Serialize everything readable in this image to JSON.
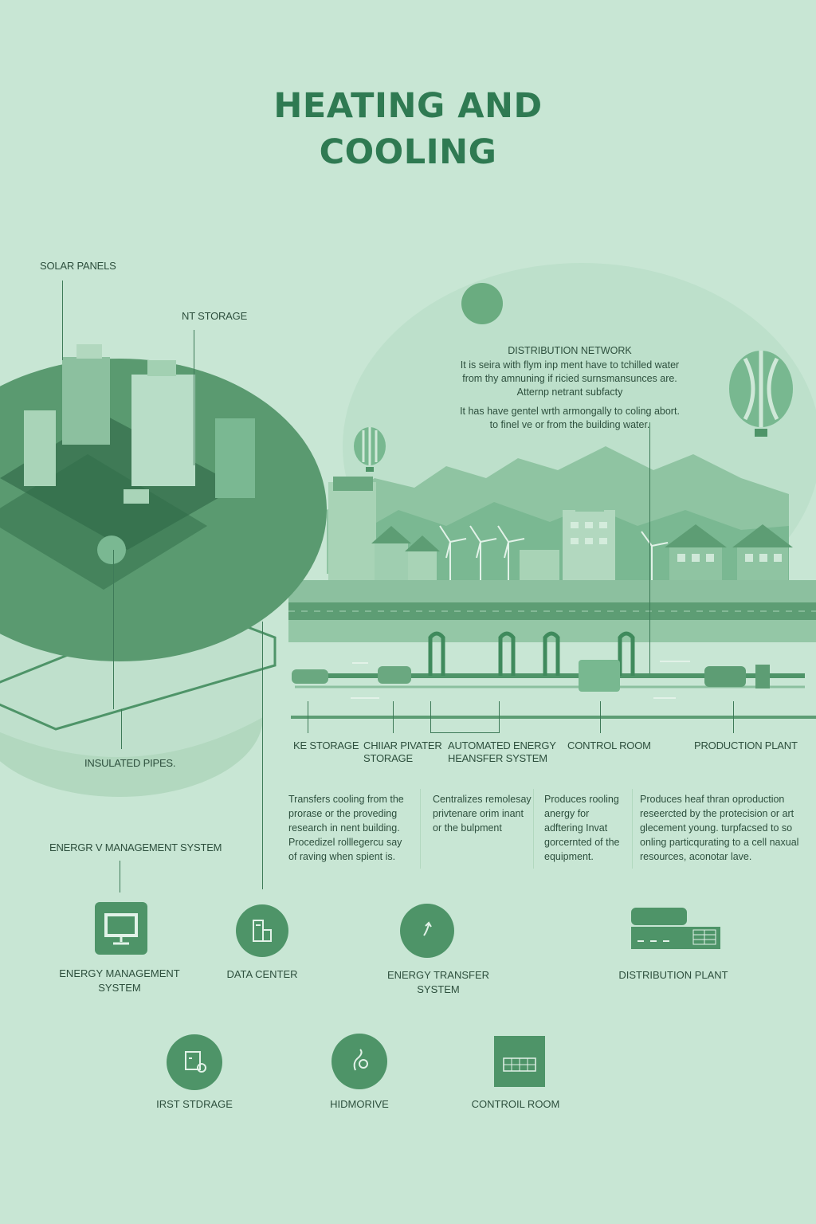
{
  "title": {
    "line1": "HEATING AND",
    "line2": "COOLING"
  },
  "top_labels": {
    "solar_panels": "SOLAR PANELS",
    "nt_storage": "NT STORAGE",
    "insulated_pipes": "INSULATED PIPES.",
    "energy_mgmt_system": "ENERGR V  MANAGEMENT SYSTEM"
  },
  "distribution_network": {
    "heading": "DISTRIBUTION NETWORK",
    "lines": [
      "It is seira with flym inp ment have to tchilled water",
      "from thy amnuning if ricied surnsmansunces are.",
      "Atternp netrant subfacty"
    ],
    "lines2": [
      "It has have gentel wrth armongally to coling abort.",
      "to finel ve or from the building water."
    ]
  },
  "pipeline_labels": [
    {
      "text": "KE STORAGE"
    },
    {
      "text": "CHIIAR PIVATER\nSTORAGE"
    },
    {
      "text": "AUTOMATED ENERGY\nHEANSFER SYSTEM"
    },
    {
      "text": "CONTROL ROOM"
    },
    {
      "text": "PRODUCTION PLANT"
    }
  ],
  "descriptions": [
    {
      "lines": [
        "Transfers cooling from the",
        "prorase  or the proveding",
        "research in nent building.",
        "Procedizel rolllegercu say",
        "of raving when spient is."
      ]
    },
    {
      "lines": [
        "Centralizes remolesay",
        "privtenare orim inant",
        "or the bulpment"
      ]
    },
    {
      "lines": [
        "Produces rooling",
        "anergy for",
        "adftering Invat",
        "gorcernted of the",
        "equipment."
      ]
    },
    {
      "lines": [
        "Produces      heaf thran oproduction",
        "reseercted by the protecision or art",
        "glecement young. turpfacsed to so",
        "onling particqurating to a cell naxual",
        "resources, aconotar lave."
      ]
    }
  ],
  "icons_row1": [
    {
      "label": "ENERGY MANAGEMENT\nSYSTEM",
      "icon": "monitor-icon"
    },
    {
      "label": "DATA CENTER",
      "icon": "server-icon"
    },
    {
      "label": "ENERGY TRANSFER SYSTEM",
      "icon": "transfer-arrow-icon"
    },
    {
      "label": "DISTRIBUTION PLANT",
      "icon": "factory-icon"
    }
  ],
  "icons_row2": [
    {
      "label": "IRST STDRAGE",
      "icon": "storage-tank-icon"
    },
    {
      "label": "HIDMORIVE",
      "icon": "hydro-icon"
    },
    {
      "label": "CONTROIL ROOM",
      "icon": "control-panel-icon"
    }
  ],
  "colors": {
    "background": "#c8e6d4",
    "title": "#2f7a52",
    "primary": "#4e9468",
    "dark": "#3f8a5c",
    "light": "#a9d4b8",
    "pale": "#b8ddc7"
  }
}
